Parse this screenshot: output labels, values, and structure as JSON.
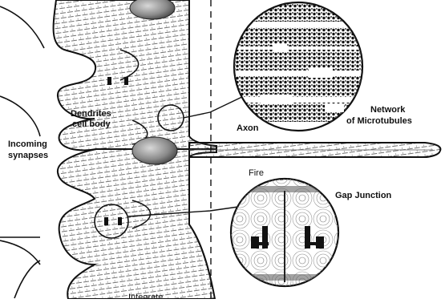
{
  "labels": {
    "dendrites_line1": "Dendrites",
    "dendrites_line2": "cell body",
    "incoming_line1": "Incoming",
    "incoming_line2": "synapses",
    "axon": "Axon",
    "fire": "Fire",
    "network_line1": "Network",
    "network_line2": "of Microtubules",
    "gap_junction": "Gap Junction",
    "integrate": "Integrate"
  },
  "colors": {
    "ink": "#111111",
    "soma": "#8a8a8a",
    "background": "#ffffff"
  }
}
